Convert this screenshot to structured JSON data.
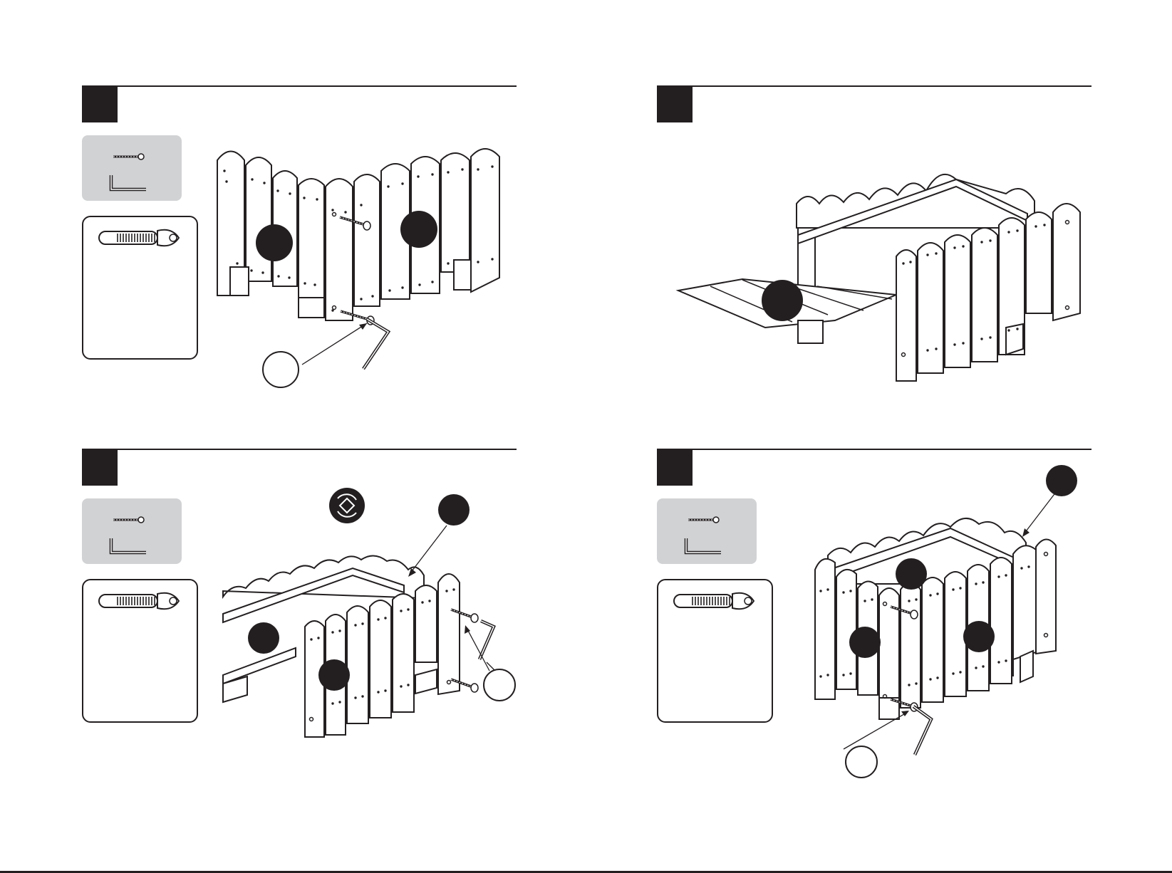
{
  "colors": {
    "ink": "#231f20",
    "hardware_panel": "#d1d2d4",
    "paper": "#ffffff"
  },
  "steps": [
    {
      "number": "",
      "hardware_icons": [
        "bolt-icon",
        "allen-key-icon"
      ],
      "detail_icons": [
        "bolt-detail-icon"
      ],
      "callouts": [
        {
          "kind": "part-filled",
          "label": ""
        },
        {
          "kind": "part-filled",
          "label": ""
        },
        {
          "kind": "hardware-open",
          "label": ""
        }
      ]
    },
    {
      "number": "",
      "callouts": [
        {
          "kind": "part-filled",
          "label": ""
        }
      ]
    },
    {
      "number": "",
      "hardware_icons": [
        "bolt-icon",
        "allen-key-icon"
      ],
      "detail_icons": [
        "bolt-detail-icon"
      ],
      "rotate_icon": "rotate-icon",
      "callouts": [
        {
          "kind": "part-filled",
          "label": ""
        },
        {
          "kind": "part-filled",
          "label": ""
        },
        {
          "kind": "part-filled",
          "label": ""
        },
        {
          "kind": "hardware-open",
          "label": ""
        }
      ]
    },
    {
      "number": "",
      "hardware_icons": [
        "bolt-icon",
        "allen-key-icon"
      ],
      "detail_icons": [
        "bolt-detail-icon"
      ],
      "callouts": [
        {
          "kind": "part-filled",
          "label": ""
        },
        {
          "kind": "part-filled",
          "label": ""
        },
        {
          "kind": "part-filled",
          "label": ""
        },
        {
          "kind": "part-filled",
          "label": ""
        },
        {
          "kind": "hardware-open",
          "label": ""
        }
      ]
    }
  ]
}
